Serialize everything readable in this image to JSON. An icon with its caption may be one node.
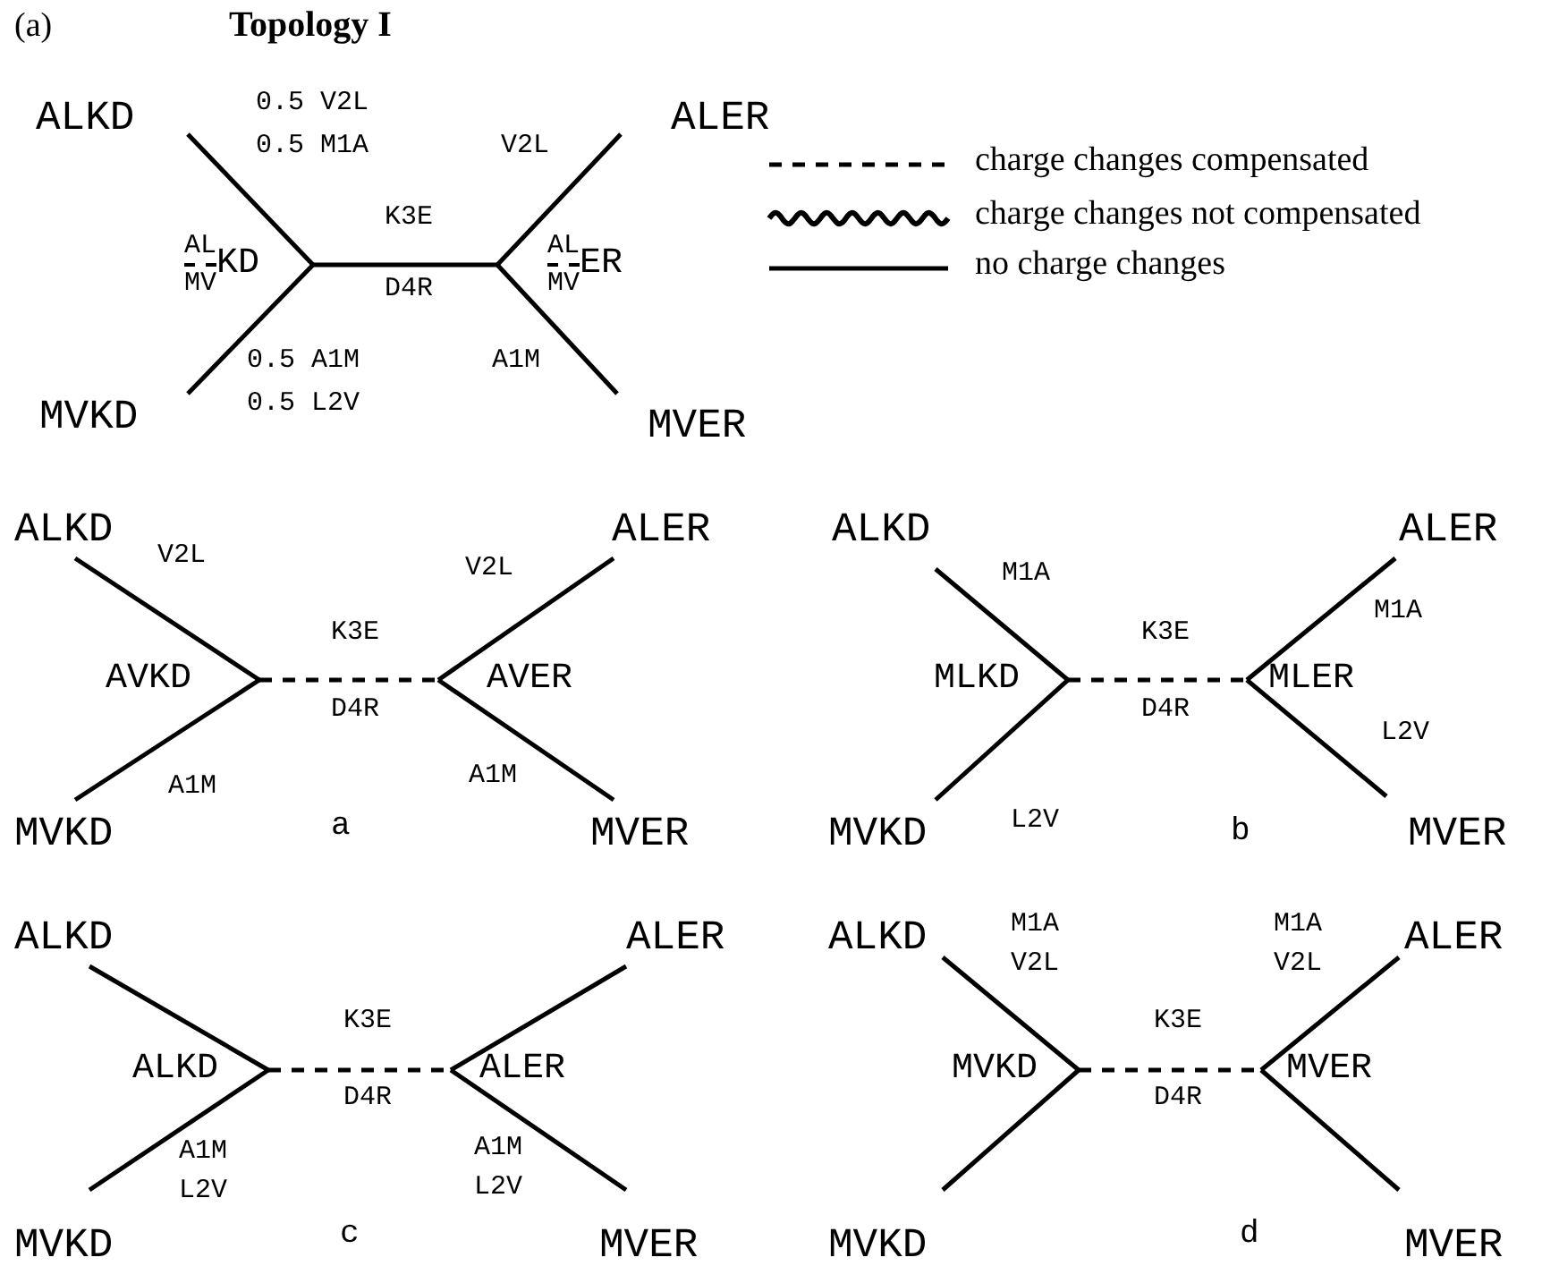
{
  "diagram": {
    "title": "Topology I",
    "nodes": [
      {
        "text": [
          "ALKD"
        ]
      },
      {
        "text": [
          "ALER"
        ]
      },
      {
        "text": [
          "AL",
          "MV",
          "KD"
        ]
      },
      {
        "text": [
          "AL",
          "MV",
          "ER"
        ]
      },
      {
        "text": [
          "MVKD"
        ]
      },
      {
        "text": [
          "MVER"
        ]
      },
      {
        "text": [
          "ALKD"
        ]
      },
      {
        "text": [
          "ALER"
        ]
      },
      {
        "text": [
          "AVKD"
        ]
      },
      {
        "text": [
          "AVER"
        ]
      },
      {
        "text": [
          "MVKD"
        ]
      },
      {
        "text": [
          "MVER"
        ]
      },
      {
        "text": [
          "ALKD"
        ]
      },
      {
        "text": [
          "ALER"
        ]
      },
      {
        "text": [
          "MLKD"
        ]
      },
      {
        "text": [
          "MLER"
        ]
      },
      {
        "text": [
          "MVKD"
        ]
      },
      {
        "text": [
          "MVER"
        ]
      },
      {
        "text": [
          "ALKD"
        ]
      },
      {
        "text": [
          "ALER"
        ]
      },
      {
        "text": [
          "ALKD"
        ]
      },
      {
        "text": [
          "ALER"
        ]
      },
      {
        "text": [
          "MVKD"
        ]
      },
      {
        "text": [
          "MVER"
        ]
      },
      {
        "text": [
          "ALKD"
        ]
      },
      {
        "text": [
          "ALER"
        ]
      },
      {
        "text": [
          "MVKD"
        ]
      },
      {
        "text": [
          "MVER"
        ]
      },
      {
        "text": [
          "MVKD"
        ]
      },
      {
        "text": [
          "MVER"
        ]
      }
    ],
    "edges": [
      {
        "from": 0,
        "to": 2,
        "arrow": "none"
      },
      {
        "from": 4,
        "to": 2,
        "arrow": "none"
      },
      {
        "from": 2,
        "to": 3,
        "arrow": "none"
      },
      {
        "from": 1,
        "to": 3,
        "arrow": "none"
      },
      {
        "from": 5,
        "to": 3,
        "arrow": "none"
      },
      {
        "from": 6,
        "to": 8,
        "arrow": "none"
      },
      {
        "from": 10,
        "to": 8,
        "arrow": "none"
      },
      {
        "from": 8,
        "to": 9,
        "arrow": "none",
        "style": "dashed"
      },
      {
        "from": 7,
        "to": 9,
        "arrow": "none"
      },
      {
        "from": 11,
        "to": 9,
        "arrow": "none"
      },
      {
        "from": 12,
        "to": 14,
        "arrow": "none"
      },
      {
        "from": 16,
        "to": 14,
        "arrow": "none"
      },
      {
        "from": 14,
        "to": 15,
        "arrow": "none",
        "style": "dashed"
      },
      {
        "from": 13,
        "to": 15,
        "arrow": "none"
      },
      {
        "from": 17,
        "to": 15,
        "arrow": "none"
      },
      {
        "from": 18,
        "to": 20,
        "arrow": "none"
      },
      {
        "from": 22,
        "to": 20,
        "arrow": "none"
      },
      {
        "from": 20,
        "to": 21,
        "arrow": "none",
        "style": "dashed"
      },
      {
        "from": 19,
        "to": 21,
        "arrow": "none"
      },
      {
        "from": 23,
        "to": 21,
        "arrow": "none"
      },
      {
        "from": 24,
        "to": 26,
        "arrow": "none"
      },
      {
        "from": 28,
        "to": 26,
        "arrow": "none"
      },
      {
        "from": 26,
        "to": 27,
        "arrow": "none",
        "style": "dashed"
      },
      {
        "from": 25,
        "to": 27,
        "arrow": "none"
      },
      {
        "from": 29,
        "to": 27,
        "arrow": "none"
      }
    ],
    "labels": [
      "(a)",
      "0.5 V2L",
      "0.5 M1A",
      "V2L",
      "K3E",
      "D4R",
      "0.5 A1M",
      "0.5 L2V",
      "A1M",
      "V2L",
      "V2L",
      "K3E",
      "D4R",
      "A1M",
      "A1M",
      "a",
      "M1A",
      "K3E",
      "M1A",
      "D4R",
      "L2V",
      "L2V",
      "b",
      "K3E",
      "D4R",
      "A1M",
      "L2V",
      "A1M",
      "L2V",
      "c",
      "M1A",
      "V2L",
      "M1A",
      "V2L",
      "K3E",
      "D4R",
      "d"
    ],
    "legend": [
      {
        "text": "charge changes compensated"
      },
      {
        "text": "charge changes not compensated"
      },
      {
        "text": "no charge changes"
      }
    ]
  }
}
